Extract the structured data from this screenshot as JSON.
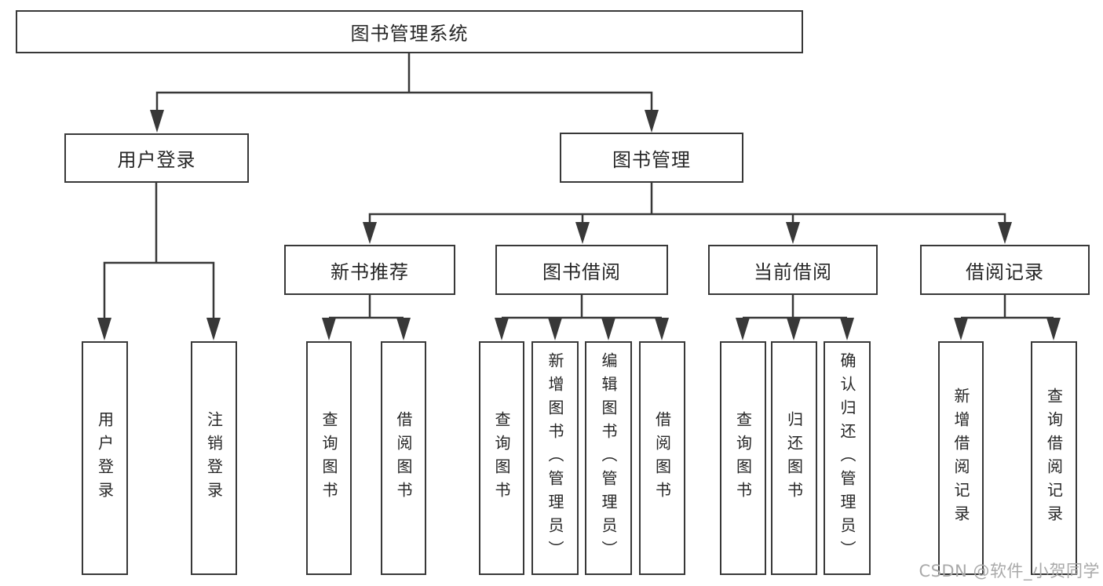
{
  "tree": {
    "root": "图书管理系统",
    "children": [
      {
        "label": "用户登录",
        "children": [
          {
            "label": "用户登录"
          },
          {
            "label": "注销登录"
          }
        ]
      },
      {
        "label": "图书管理",
        "children": [
          {
            "label": "新书推荐",
            "children": [
              {
                "label": "查询图书"
              },
              {
                "label": "借阅图书"
              }
            ]
          },
          {
            "label": "图书借阅",
            "children": [
              {
                "label": "查询图书"
              },
              {
                "label": "新增图书（管理员）"
              },
              {
                "label": "编辑图书（管理员）"
              },
              {
                "label": "借阅图书"
              }
            ]
          },
          {
            "label": "当前借阅",
            "children": [
              {
                "label": "查询图书"
              },
              {
                "label": "归还图书"
              },
              {
                "label": "确认归还（管理员）"
              }
            ]
          },
          {
            "label": "借阅记录",
            "children": [
              {
                "label": "新增借阅记录"
              },
              {
                "label": "查询借阅记录"
              }
            ]
          }
        ]
      }
    ]
  },
  "watermark": {
    "text": "CSDN @软件_小贺同学"
  },
  "colors": {
    "line": "#383838",
    "box_border": "#383838",
    "text": "#262626",
    "background": "#ffffff",
    "watermark": "#a9a9a9"
  }
}
